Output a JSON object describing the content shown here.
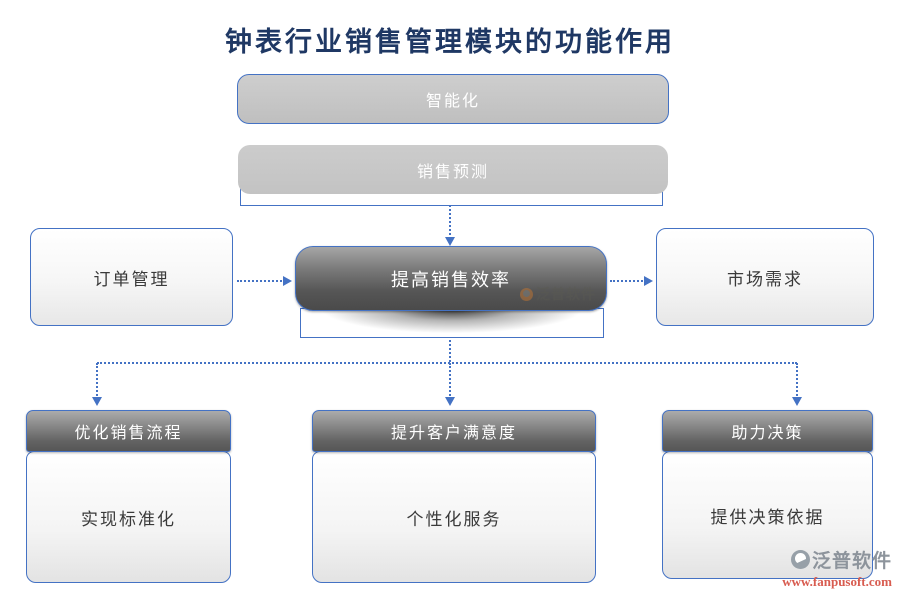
{
  "title": "钟表行业销售管理模块的功能作用",
  "nodes": {
    "smart": "智能化",
    "forecast": "销售预测",
    "center": "提高销售效率",
    "left": "订单管理",
    "right": "市场需求",
    "bottom": [
      {
        "header": "优化销售流程",
        "body": "实现标准化"
      },
      {
        "header": "提升客户满意度",
        "body": "个性化服务"
      },
      {
        "header": "助力决策",
        "body": "提供决策依据"
      }
    ]
  },
  "watermark": {
    "brand": "泛普软件"
  },
  "logo": {
    "brand": "泛普软件",
    "url": "www.fanpusoft.com"
  },
  "colors": {
    "accent_blue": "#4472C4",
    "title_navy": "#1F3864",
    "node_dark_gray": "#565656",
    "node_light_gray": "#C6C6C6",
    "url_red": "#D85C50"
  }
}
